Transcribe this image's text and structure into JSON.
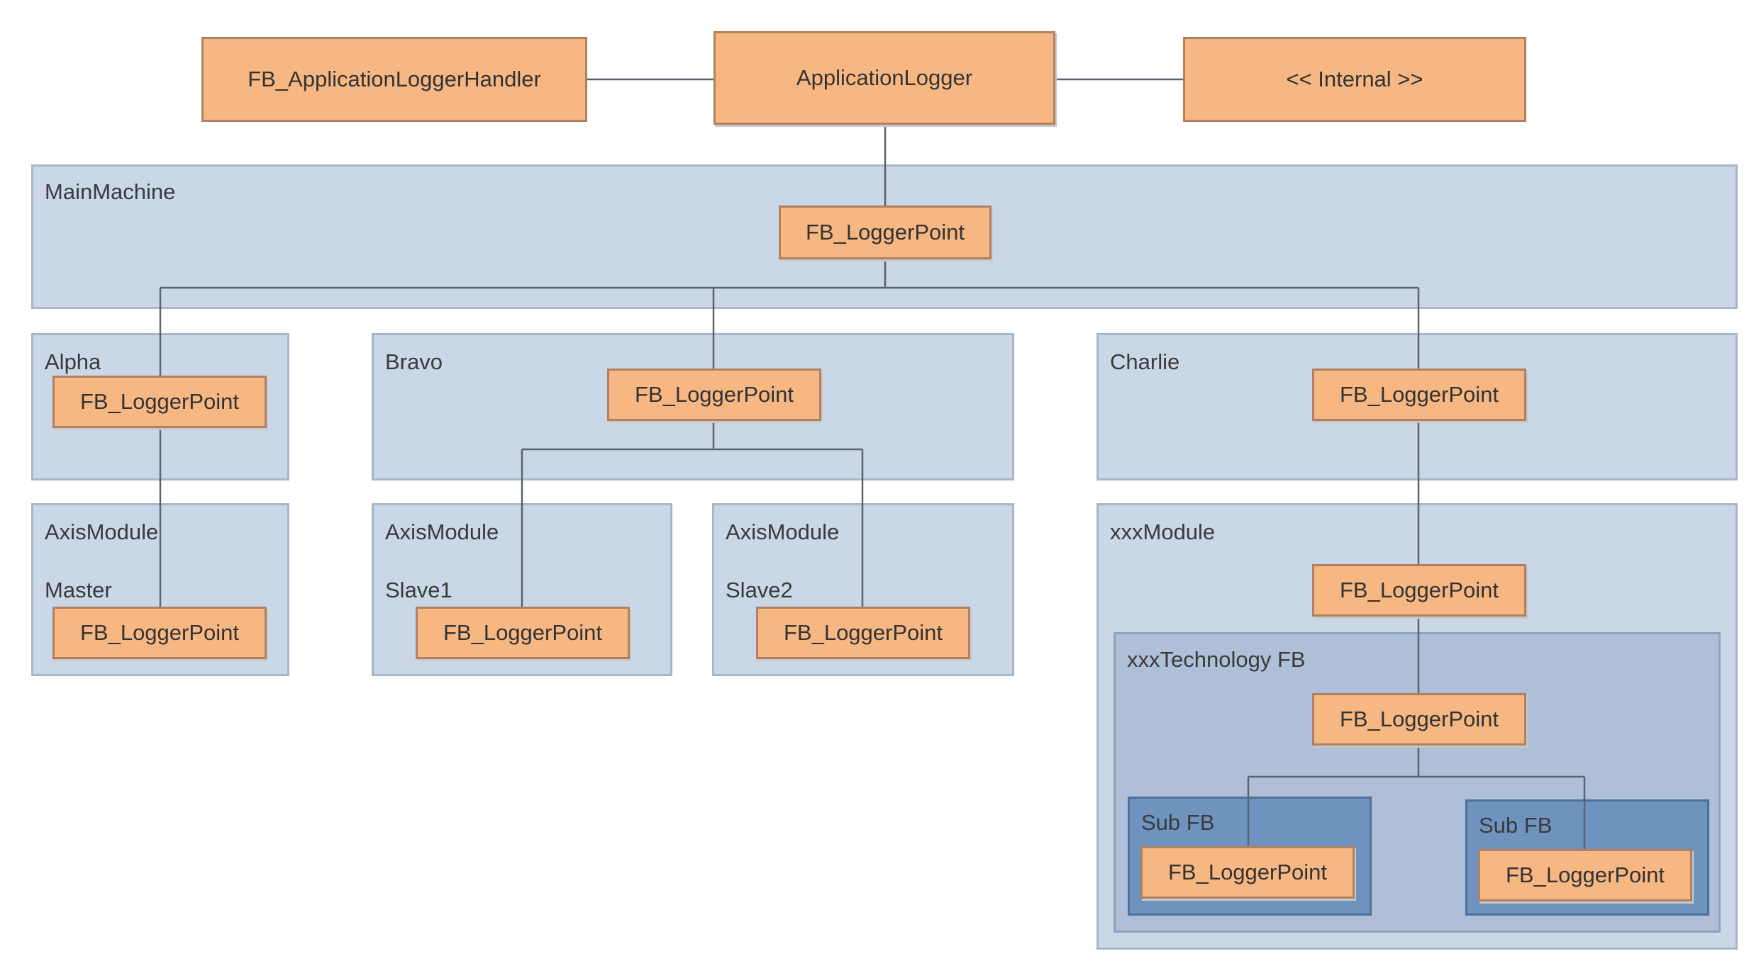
{
  "top": {
    "handler": "FB_ApplicationLoggerHandler",
    "logger": "ApplicationLogger",
    "internal": "<< Internal >>"
  },
  "groups": {
    "main_machine": "MainMachine",
    "alpha": "Alpha",
    "bravo": "Bravo",
    "charlie": "Charlie",
    "axis_master": "AxisModule",
    "axis_master_sub": "Master",
    "axis_slave1": "AxisModule",
    "axis_slave1_sub": "Slave1",
    "axis_slave2": "AxisModule",
    "axis_slave2_sub": "Slave2",
    "xxx_module": "xxxModule",
    "xxx_technology": "xxxTechnology FB",
    "sub_fb_left": "Sub FB",
    "sub_fb_right": "Sub FB"
  },
  "logger_point": "FB_LoggerPoint",
  "colors": {
    "node_fill": "#f7b783",
    "group_fill": "#cad7e6",
    "group_fill_nested": "#aebfd7",
    "group_fill_deep": "#6f93bf"
  }
}
